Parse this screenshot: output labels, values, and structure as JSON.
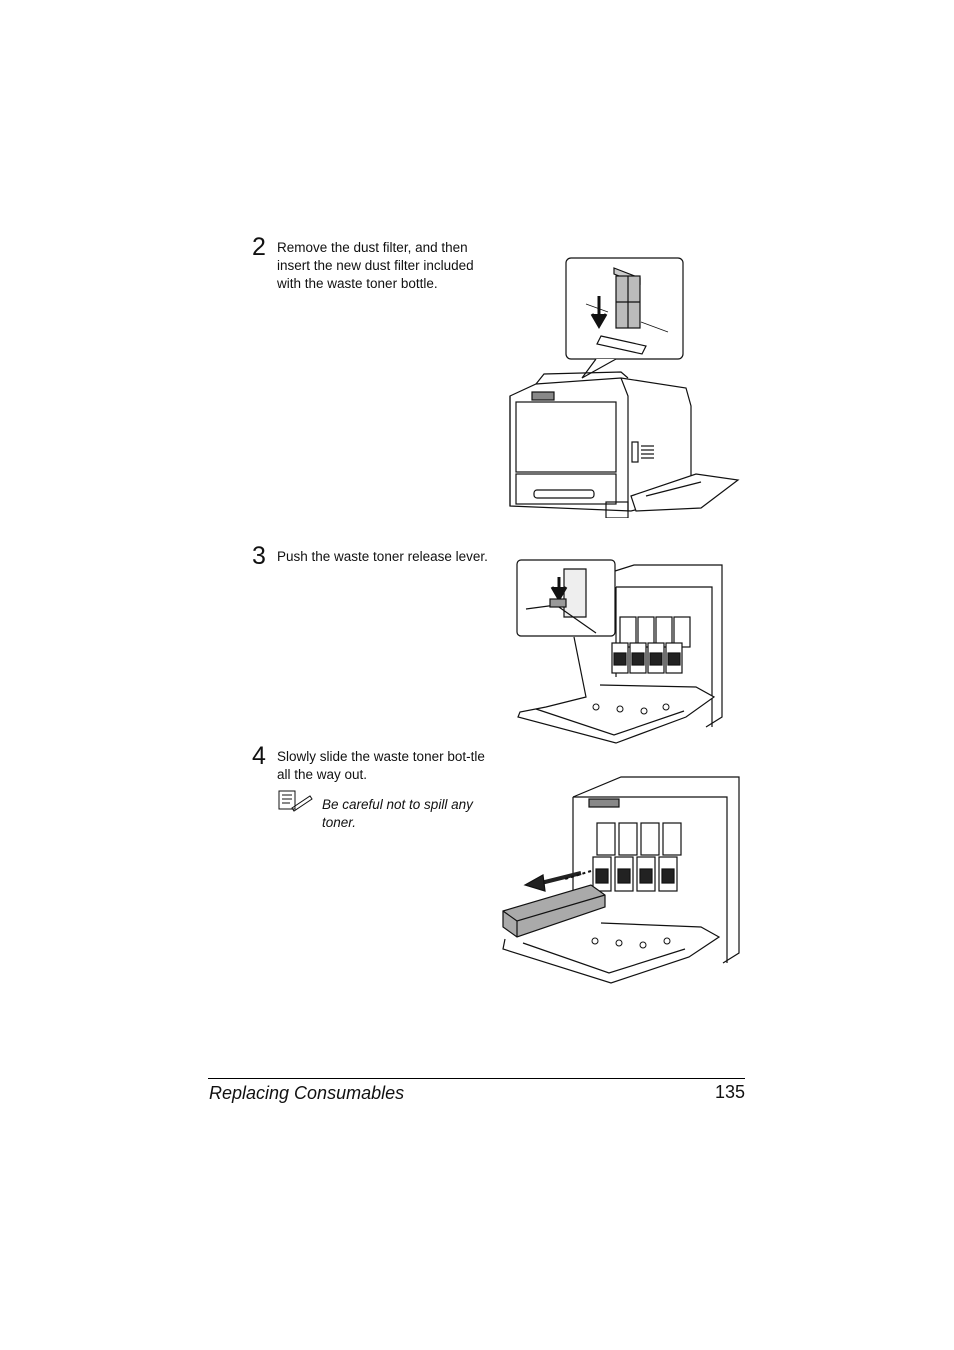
{
  "steps": [
    {
      "number": "2",
      "text": "Remove the dust filter, and then insert the new dust filter included with the waste toner bottle."
    },
    {
      "number": "3",
      "text": "Push the waste toner release lever."
    },
    {
      "number": "4",
      "text": "Slowly slide the waste toner bot-tle all the way out."
    }
  ],
  "note": {
    "icon": "note-pencil-icon",
    "text": "Be careful not to spill any toner."
  },
  "footer": {
    "section": "Replacing Consumables",
    "page": "135"
  }
}
